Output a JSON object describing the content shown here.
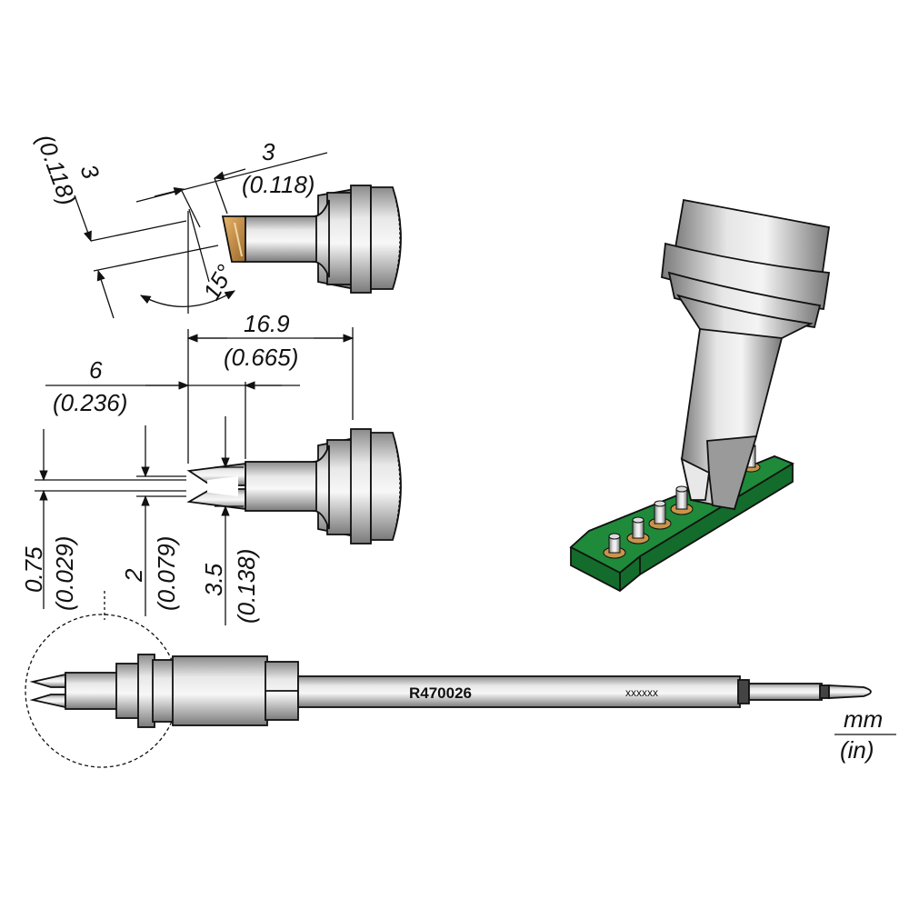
{
  "units": {
    "primary": "mm",
    "secondary": "(in)"
  },
  "tip_detail": {
    "width_mm": "3",
    "width_in": "(0.118)",
    "height_mm": "3",
    "height_in": "(0.118)",
    "angle": "15°"
  },
  "length": {
    "mm": "16.9",
    "in": "(0.665)"
  },
  "fork_length": {
    "mm": "6",
    "in": "(0.236)"
  },
  "thickness": {
    "mm": "0.75",
    "in": "(0.029)"
  },
  "slot_width": {
    "mm": "2",
    "in": "(0.079)"
  },
  "tip_width": {
    "mm": "3.5",
    "in": "(0.138)"
  },
  "cartridge": {
    "part_number": "R470026",
    "serial": "xxxxxx"
  },
  "colors": {
    "pcb_green": "#1f8a3a",
    "metal_grey": "#b8b8b8",
    "tip_copper": "#c9944a"
  }
}
